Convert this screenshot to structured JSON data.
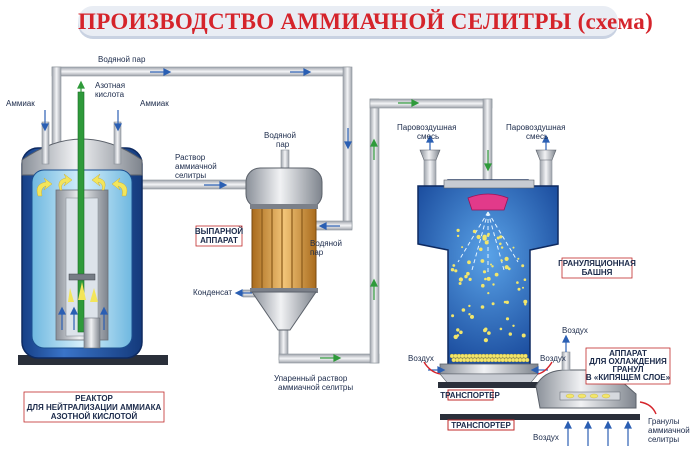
{
  "title": "ПРОИЗВОДСТВО АММИАЧНОЙ СЕЛИТРЫ (схема)",
  "labels": {
    "ammonia_left": "Аммиак",
    "nitric_acid_1": "Азотная",
    "nitric_acid_2": "кислота",
    "ammonia_right": "Аммиак",
    "steam_top": "Водяной пар",
    "solution_1": "Раствор",
    "solution_2": "аммиачной",
    "solution_3": "селитры",
    "steam_evap_1": "Водяной",
    "steam_evap_2": "пар",
    "steam_out_1": "Водяной",
    "steam_out_2": "пар",
    "condensate": "Конденсат",
    "evaporated_1": "Упаренный раствор",
    "evaporated_2": "аммиачной селитры",
    "steam_air_left_1": "Паровоздушная",
    "steam_air_left_2": "смесь",
    "steam_air_right_1": "Паровоздушная",
    "steam_air_right_2": "смесь",
    "air_left": "Воздух",
    "air_right": "Воздух",
    "air_top": "Воздух",
    "air_bottom": "Воздух",
    "granules_1": "Гранулы",
    "granules_2": "аммиачной",
    "granules_3": "селитры"
  },
  "captions": {
    "reactor_1": "РЕАКТОР",
    "reactor_2": "ДЛЯ НЕЙТРАЛИЗАЦИИ АММИАКА",
    "reactor_3": "АЗОТНОЙ КИСЛОТОЙ",
    "evaporator_1": "ВЫПАРНОЙ",
    "evaporator_2": "АППАРАТ",
    "tower_1": "ГРАНУЛЯЦИОННАЯ",
    "tower_2": "БАШНЯ",
    "cooler_1": "АППАРАТ",
    "cooler_2": "ДЛЯ ОХЛАЖДЕНИЯ",
    "cooler_3": "ГРАНУЛ",
    "cooler_4": "В «КИПЯЩЕМ СЛОЕ»",
    "conveyor_1": "ТРАНСПОРТЕР",
    "conveyor_2": "ТРАНСПОРТЕР"
  },
  "colors": {
    "title_red": "#d5242b",
    "vessel_blue": "#1d4fa0",
    "liquid_light": "#9fd4ee",
    "pipe_gray": "#c7cbd2",
    "acid_green": "#2f9a3a",
    "evaporator_orange": "#d9a046",
    "granule_yellow": "#f2e66b"
  }
}
